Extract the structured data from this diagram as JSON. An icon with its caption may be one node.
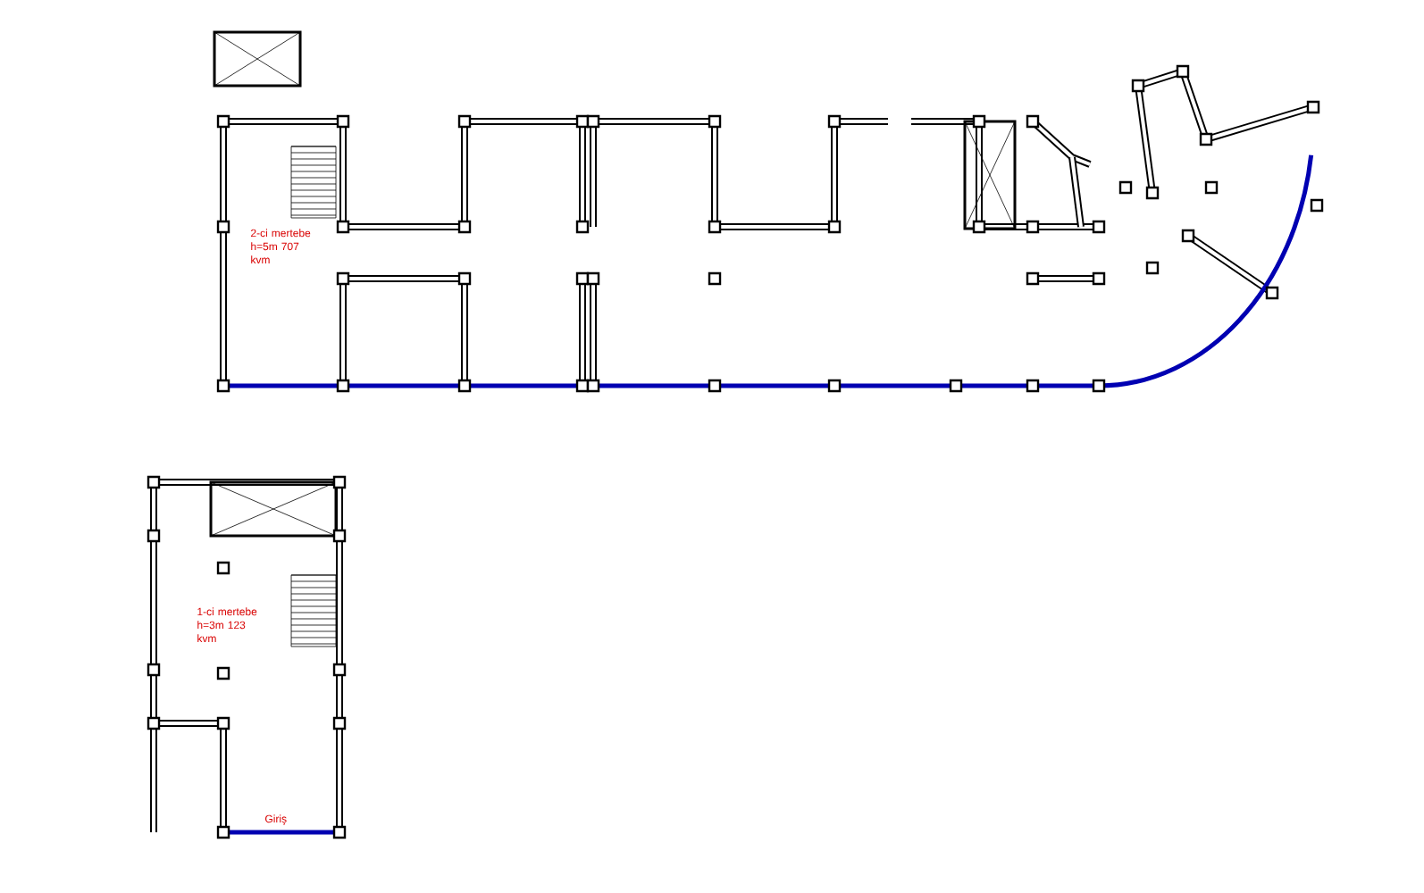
{
  "diagram": {
    "labels": [
      "2-ci mertebe h=5m 707 kvm",
      "1-ci mertebe h=3m 123 kvm",
      "Giriş"
    ]
  }
}
